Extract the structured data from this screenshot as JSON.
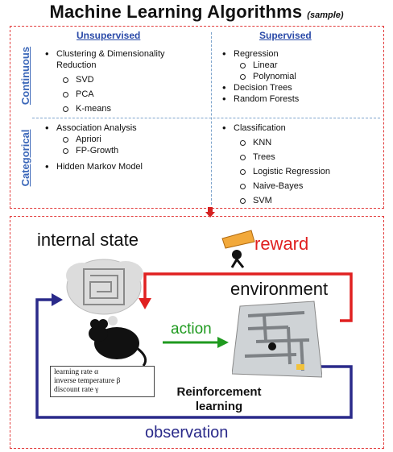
{
  "title": {
    "main": "Machine Learning Algorithms",
    "sub": "(sample)"
  },
  "ml_table": {
    "columns": [
      "Unsupervised",
      "Supervised"
    ],
    "rows": [
      "Continuous",
      "Categorical"
    ],
    "cells": {
      "continuous_unsupervised": {
        "heading": "Clustering & Dimensionality Reduction",
        "items": [
          "SVD",
          "PCA",
          "K-means"
        ]
      },
      "continuous_supervised": {
        "heading": "Regression",
        "sub_items": [
          "Linear",
          "Polynomial"
        ],
        "extra": [
          "Decision Trees",
          "Random Forests"
        ]
      },
      "categorical_unsupervised": {
        "heading": "Association Analysis",
        "sub_items": [
          "Apriori",
          "FP-Growth"
        ],
        "extra": [
          "Hidden Markov Model"
        ]
      },
      "categorical_supervised": {
        "heading": "Classification",
        "items": [
          "KNN",
          "Trees",
          "Logistic Regression",
          "Naive-Bayes",
          "SVM"
        ]
      }
    }
  },
  "rl": {
    "internal_state": "internal state",
    "reward": "reward",
    "environment": "environment",
    "action": "action",
    "observation": "observation",
    "caption_line1": "Reinforcement",
    "caption_line2": "learning",
    "params": [
      "learning rate α",
      "inverse temperature β",
      "discount rate γ"
    ]
  },
  "colors": {
    "dashed_border": "#e23b3b",
    "divider": "#7da4cc",
    "header_blue": "#2a4aa8",
    "reward_red": "#e02020",
    "action_green": "#1f9a1f",
    "observation_navy": "#2a2a8a"
  }
}
